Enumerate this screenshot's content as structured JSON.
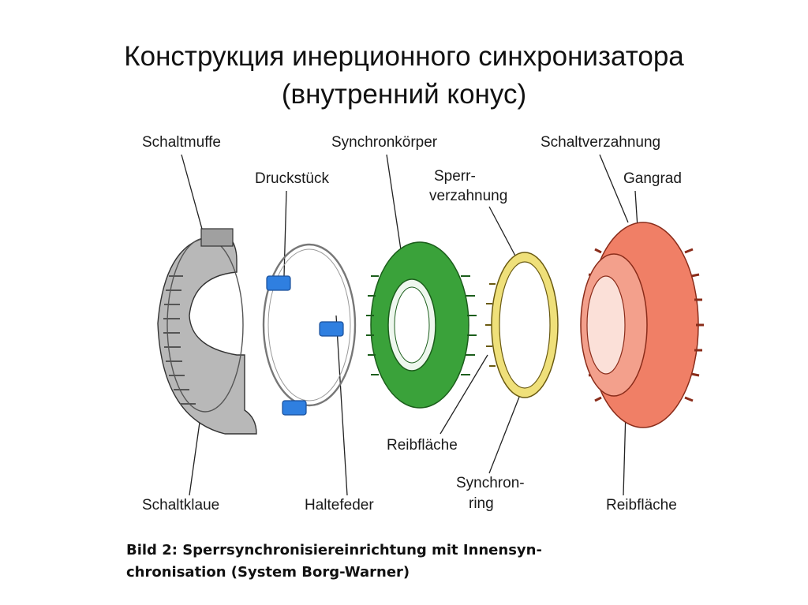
{
  "title": {
    "line1": "Конструкция инерционного синхронизатора",
    "line2": "(внутренний конус)"
  },
  "labels": {
    "schaltmuffe": "Schaltmuffe",
    "druckstueck": "Druckstück",
    "synchronkoerper": "Synchronkörper",
    "sperrverzahnung_1": "Sperr-",
    "sperrverzahnung_2": "verzahnung",
    "schaltverzahnung": "Schaltverzahnung",
    "gangrad": "Gangrad",
    "reibflaeche_ring": "Reibfläche",
    "synchronring_1": "Synchron-",
    "synchronring_2": "ring",
    "schaltklaue": "Schaltklaue",
    "haltefeder": "Haltefeder",
    "reibflaeche_gear": "Reibfläche"
  },
  "caption": {
    "line1": "Bild 2: Sperrsynchronisiereinrichtung mit Innensyn-",
    "line2": "chronisation (System Borg-Warner)"
  },
  "colors": {
    "sleeve": "#b8b8b8",
    "spring": "#777777",
    "pressure_piece": "#2f7fe0",
    "hub": "#3aa23a",
    "sync_ring": "#efe07a",
    "gear": "#f07f66"
  }
}
